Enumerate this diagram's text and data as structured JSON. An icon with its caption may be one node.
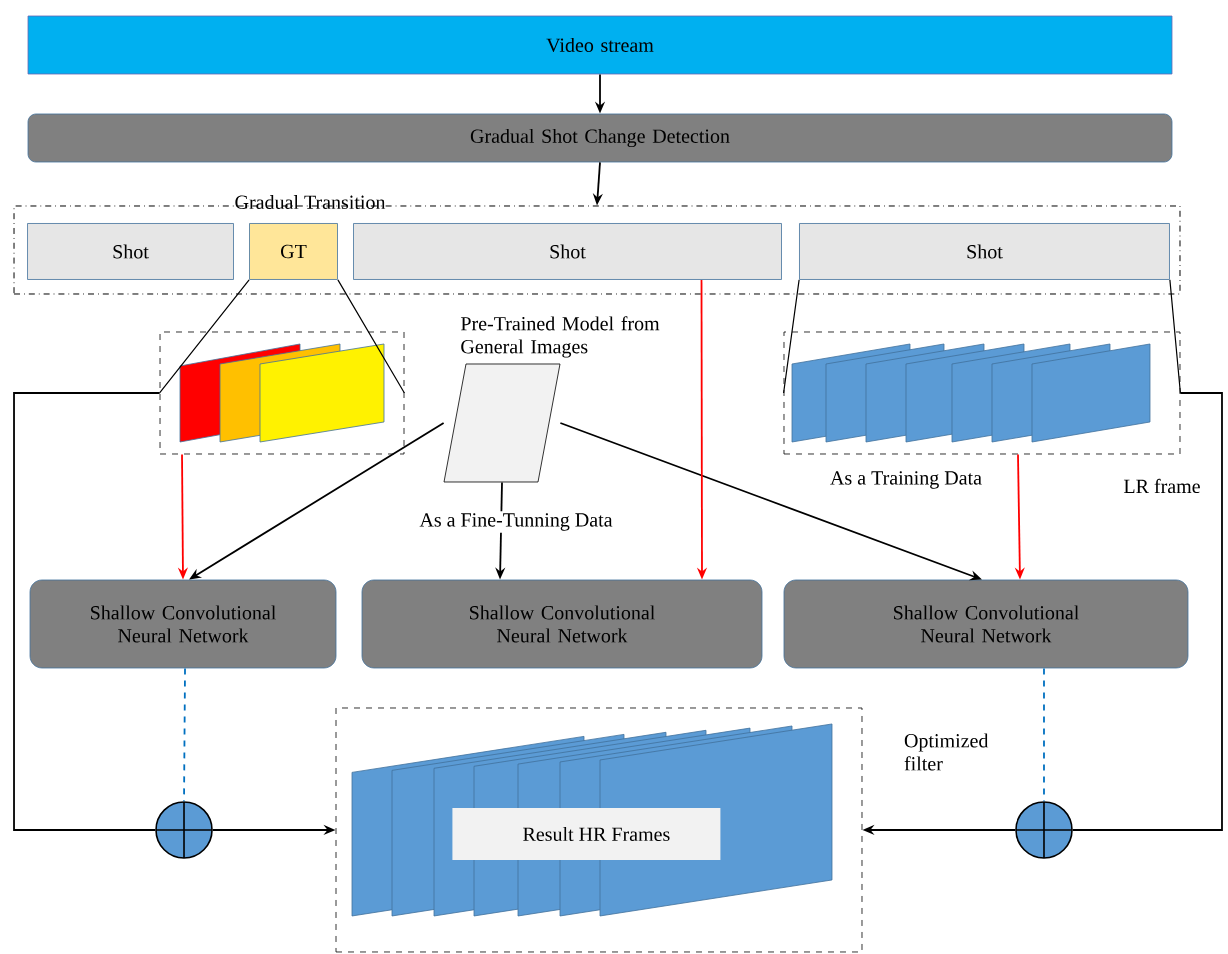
{
  "diagram": {
    "nodes": [
      {
        "text": [
          "Video stream"
        ]
      },
      {
        "text": [
          "Gradual Shot Change Detection"
        ]
      },
      {
        "text": [],
        "shape": "box"
      },
      {
        "text": [
          "Shot"
        ],
        "in": 2
      },
      {
        "text": [
          "GT"
        ],
        "in": 2
      },
      {
        "text": [
          "Shot"
        ],
        "in": 2
      },
      {
        "text": [
          "Shot"
        ],
        "in": 2
      },
      {
        "text": [],
        "shape": "picture"
      },
      {
        "text": [
          "Pre-Trained Model from General Images"
        ]
      },
      {
        "text": [],
        "shape": "picture",
        "beside": [
          "As a Training Data"
        ]
      },
      {
        "text": [
          "Shallow Convolutional Neural Network"
        ]
      },
      {
        "text": [
          "Shallow Convolutional Neural Network"
        ]
      },
      {
        "text": [
          "Shallow Convolutional Neural Network"
        ]
      },
      {
        "text": [
          "Result HR Frames"
        ]
      },
      {
        "text": [],
        "shape": "circle"
      },
      {
        "text": [],
        "shape": "circle"
      }
    ],
    "edges": [
      {
        "from": 0,
        "to": 1,
        "arrow": "to"
      },
      {
        "from": 1,
        "to": 2,
        "arrow": "to"
      },
      {
        "from": 4,
        "to": 7,
        "arrow": "none"
      },
      {
        "from": 6,
        "to": 9,
        "arrow": "none"
      },
      {
        "from": 7,
        "to": 10,
        "arrow": "to",
        "color": "#ff0000"
      },
      {
        "from": 8,
        "to": 10,
        "arrow": "to"
      },
      {
        "from": 8,
        "to": 11,
        "arrow": "to",
        "label": "As a Fine-Tunning Data"
      },
      {
        "from": 8,
        "to": 12,
        "arrow": "to"
      },
      {
        "from": 5,
        "to": 11,
        "arrow": "to",
        "color": "#ff0000"
      },
      {
        "from": 9,
        "to": 12,
        "arrow": "to",
        "color": "#ff0000"
      },
      {
        "from": 10,
        "to": 14,
        "arrow": "none",
        "style": "dashed",
        "color": "#0070c0"
      },
      {
        "from": 12,
        "to": 15,
        "arrow": "none",
        "style": "dashed",
        "color": "#0070c0",
        "label": "Optimized filter"
      },
      {
        "from": 7,
        "to": 14,
        "arrow": "none"
      },
      {
        "from": 14,
        "to": 13,
        "arrow": "to"
      },
      {
        "from": 9,
        "to": 15,
        "arrow": "none"
      },
      {
        "from": 15,
        "to": 13,
        "arrow": "to"
      }
    ],
    "labels": [
      "Gradual Transition",
      "LR frame"
    ]
  }
}
